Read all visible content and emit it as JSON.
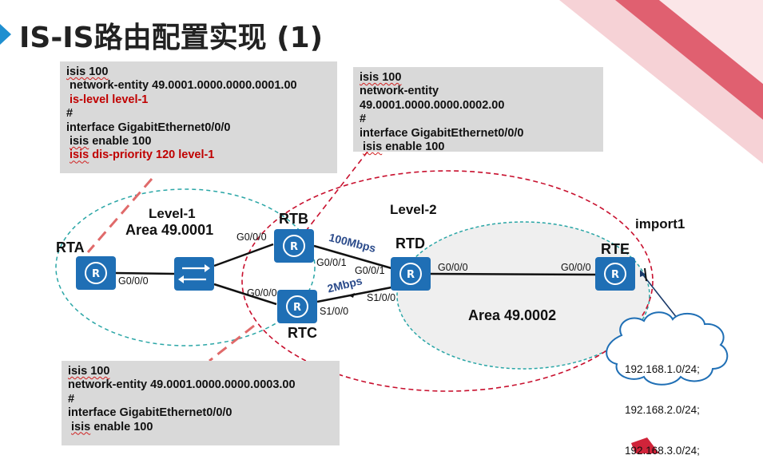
{
  "slide": {
    "title": "IS-IS路由配置实现 (1)"
  },
  "config_rtb": {
    "lines": [
      {
        "text": "isis 100",
        "red": false
      },
      {
        "text": " network-entity 49.0001.0000.0000.0001.00",
        "red": false
      },
      {
        "text": " is-level level-1",
        "red": true
      },
      {
        "text": "#",
        "red": false
      },
      {
        "text": "interface GigabitEthernet0/0/0",
        "red": false
      },
      {
        "text": " isis enable 100",
        "red": false
      },
      {
        "text": " isis dis-priority 120 level-1",
        "red": true
      }
    ]
  },
  "config_rtd": {
    "lines": [
      {
        "text": "isis 100",
        "red": false
      },
      {
        "text": "network-entity",
        "red": false
      },
      {
        "text": "49.0001.0000.0000.0002.00",
        "red": false
      },
      {
        "text": "#",
        "red": false
      },
      {
        "text": "interface GigabitEthernet0/0/0",
        "red": false
      },
      {
        "text": " isis enable 100",
        "red": false
      }
    ]
  },
  "config_rtc": {
    "lines": [
      {
        "text": "isis 100",
        "red": false
      },
      {
        "text": "network-entity 49.0001.0000.0000.0003.00",
        "red": false
      },
      {
        "text": "#",
        "red": false
      },
      {
        "text": "interface GigabitEthernet0/0/0",
        "red": false
      },
      {
        "text": " isis enable 100",
        "red": false
      }
    ]
  },
  "topology": {
    "level1_label": "Level-1",
    "area1_label": "Area 49.0001",
    "level2_label": "Level-2",
    "area2_label": "Area 49.0002",
    "import_label": "import1",
    "routers": {
      "rta": "RTA",
      "rtb": "RTB",
      "rtc": "RTC",
      "rtd": "RTD",
      "rte": "RTE"
    },
    "ports": {
      "rta_g000": "G0/0/0",
      "rtb_g000": "G0/0/0",
      "rtb_g001": "G0/0/1",
      "rtc_g000": "G0/0/0",
      "rtc_s100": "S1/0/0",
      "rtd_g001": "G0/0/1",
      "rtd_s100": "S1/0/0",
      "rtd_g000": "G0/0/0",
      "rte_g000": "G0/0/0"
    },
    "link_speeds": {
      "rtb_rtd": "100Mbps",
      "rtc_rtd": "2Mbps"
    },
    "external_routes": [
      "192.168.1.0/24;",
      "192.168.2.0/24;",
      "192.168.3.0/24;"
    ]
  },
  "colors": {
    "device_blue": "#1f6fb5",
    "level1_ellipse": "#2aa6a6",
    "level2_ellipse": "#c8102e",
    "config_red": "#c00000",
    "code_box_bg": "#d9d9d9"
  }
}
